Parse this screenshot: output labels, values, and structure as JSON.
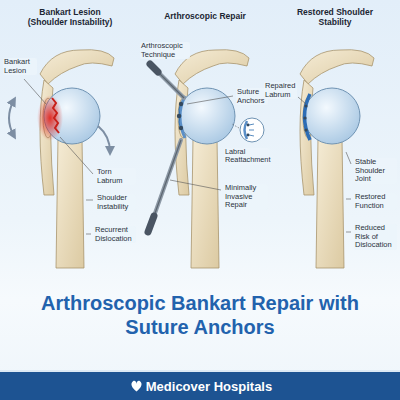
{
  "diagram": {
    "title": "Arthroscopic Bankart Repair with Suture Anchors",
    "nodes": [
      {
        "text": [
          "Medicover Hospitals"
        ]
      }
    ],
    "labels": [
      "Bankart Lesion (Shoulder Instability)",
      "Bankart Lesion",
      "Torn Labrum",
      "Shoulder Instability",
      "Recurrent Dislocation",
      "Arthroscopic Repair",
      "Arthroscopic Technique",
      "Suture Anchors",
      "Labral Reattachment",
      "Minimally Invasive Repair",
      "Restored Shoulder Stability",
      "Repaired Labrum",
      "Stable Shoulder Joint",
      "Restored Function",
      "Reduced Risk of Dislocation"
    ]
  }
}
